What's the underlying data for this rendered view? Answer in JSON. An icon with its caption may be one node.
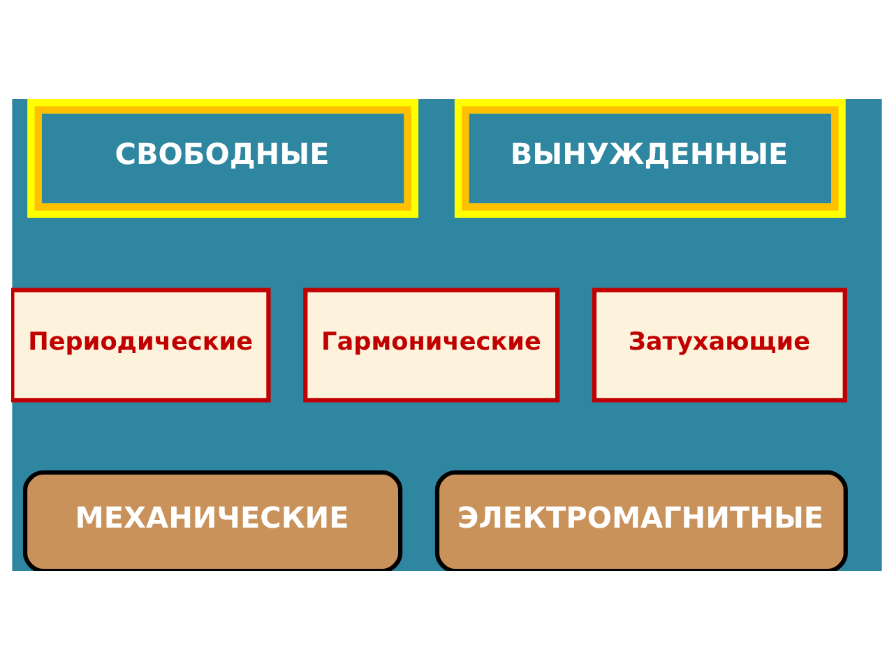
{
  "diagram": {
    "nodes": [
      {
        "text": [
          "СВОБОДНЫЕ"
        ]
      },
      {
        "text": [
          "ВЫНУЖДЕННЫЕ"
        ]
      },
      {
        "text": [
          "Периодические"
        ]
      },
      {
        "text": [
          "Гармонические"
        ]
      },
      {
        "text": [
          "Затухающие"
        ]
      },
      {
        "text": [
          "МЕХАНИЧЕСКИЕ"
        ]
      },
      {
        "text": [
          "ЭЛЕКТРОМАГНИТНЫЕ"
        ]
      }
    ]
  }
}
